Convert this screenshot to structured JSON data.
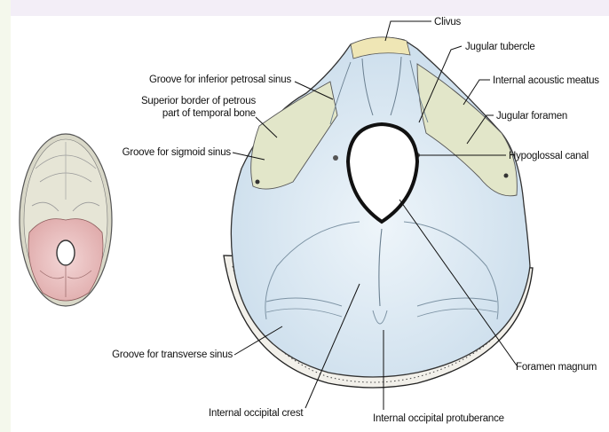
{
  "labels": {
    "clivus": "Clivus",
    "jugular_tubercle": "Jugular tubercle",
    "internal_acoustic_meatus": "Internal acoustic meatus",
    "jugular_foramen": "Jugular foramen",
    "hypoglossal_canal": "Hypoglossal canal",
    "foramen_magnum": "Foramen magnum",
    "groove_inferior_petrosal_sinus": "Groove for inferior petrosal sinus",
    "superior_border_line1": "Superior border of petrous",
    "superior_border_line2": "part of temporal bone",
    "groove_sigmoid_sinus": "Groove for sigmoid sinus",
    "groove_transverse_sinus": "Groove for transverse sinus",
    "internal_occipital_crest": "Internal occipital crest",
    "internal_occipital_protuberance": "Internal occipital protuberance"
  },
  "colors": {
    "background": "#ffffff",
    "top_band": "#f3eef7",
    "left_band": "#f4f8ec",
    "occipital_fill": "#d7e6f0",
    "occipital_light": "#e8f1f7",
    "petrous_fill": "#e4e8cf",
    "thumbnail_pink": "#e9c4c4",
    "thumbnail_bone": "#e2e1d2"
  }
}
